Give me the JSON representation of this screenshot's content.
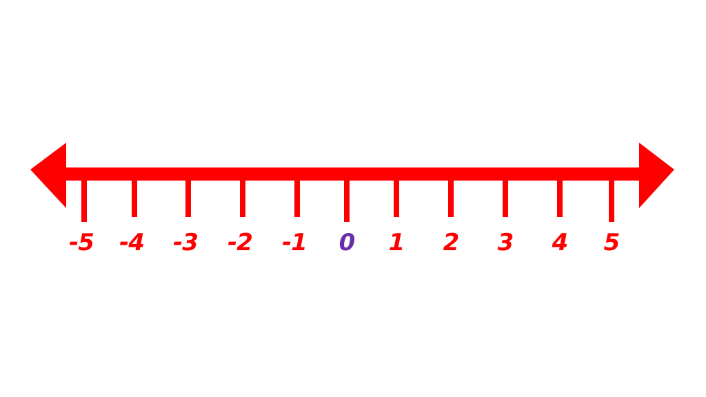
{
  "title": "Number line",
  "colors": {
    "line": "#ff0000",
    "zero": "#6a2ca8"
  },
  "ticks": [
    {
      "value": -5,
      "label": "-5"
    },
    {
      "value": -4,
      "label": "-4"
    },
    {
      "value": -3,
      "label": "-3"
    },
    {
      "value": -2,
      "label": "-2"
    },
    {
      "value": -1,
      "label": "-1"
    },
    {
      "value": 0,
      "label": "0"
    },
    {
      "value": 1,
      "label": "1"
    },
    {
      "value": 2,
      "label": "2"
    },
    {
      "value": 3,
      "label": "3"
    },
    {
      "value": 4,
      "label": "4"
    },
    {
      "value": 5,
      "label": "5"
    }
  ]
}
